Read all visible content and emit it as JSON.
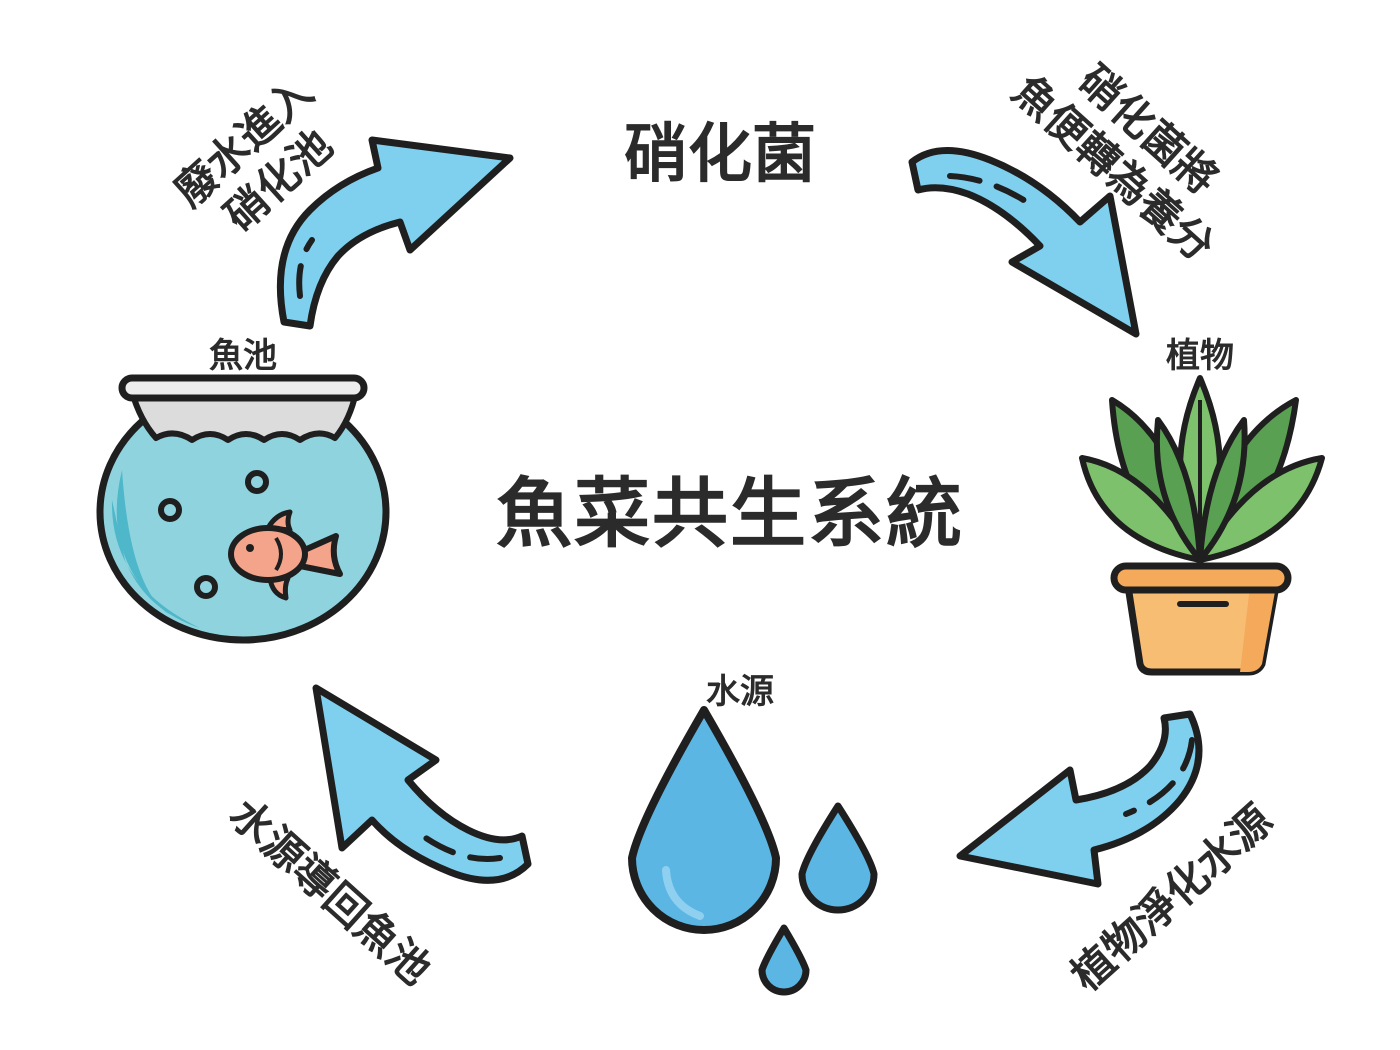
{
  "diagram": {
    "title": "魚菜共生系統",
    "nodes": {
      "bacteria": {
        "label": "硝化菌"
      },
      "plant": {
        "label": "植物",
        "icon": "potted-plant-icon"
      },
      "water": {
        "label": "水源",
        "icon": "water-drops-icon"
      },
      "pond": {
        "label": "魚池",
        "icon": "fishbowl-icon"
      }
    },
    "edges": [
      {
        "from": "pond",
        "to": "bacteria",
        "lines": [
          "廢水進入",
          "硝化池"
        ]
      },
      {
        "from": "bacteria",
        "to": "plant",
        "lines": [
          "硝化菌將",
          "魚便轉為養分"
        ]
      },
      {
        "from": "plant",
        "to": "water",
        "lines": [
          "植物淨化水源"
        ]
      },
      {
        "from": "water",
        "to": "pond",
        "lines": [
          "水源導回魚池"
        ]
      }
    ],
    "colors": {
      "arrow_fill": "#7fd0ee",
      "outline": "#1f1f1f",
      "text": "#2b2b2b",
      "bowl_water": "#8fd3df",
      "bowl_water_dark": "#4eb7c9",
      "bowl_net": "#dcdcdc",
      "fish": "#f3a48a",
      "leaf_light": "#7ec16c",
      "leaf_dark": "#5aa052",
      "pot": "#f7bd72",
      "pot_rim": "#f5a95a",
      "drop": "#5bb6e4",
      "drop_light": "#8fd0f0"
    }
  }
}
